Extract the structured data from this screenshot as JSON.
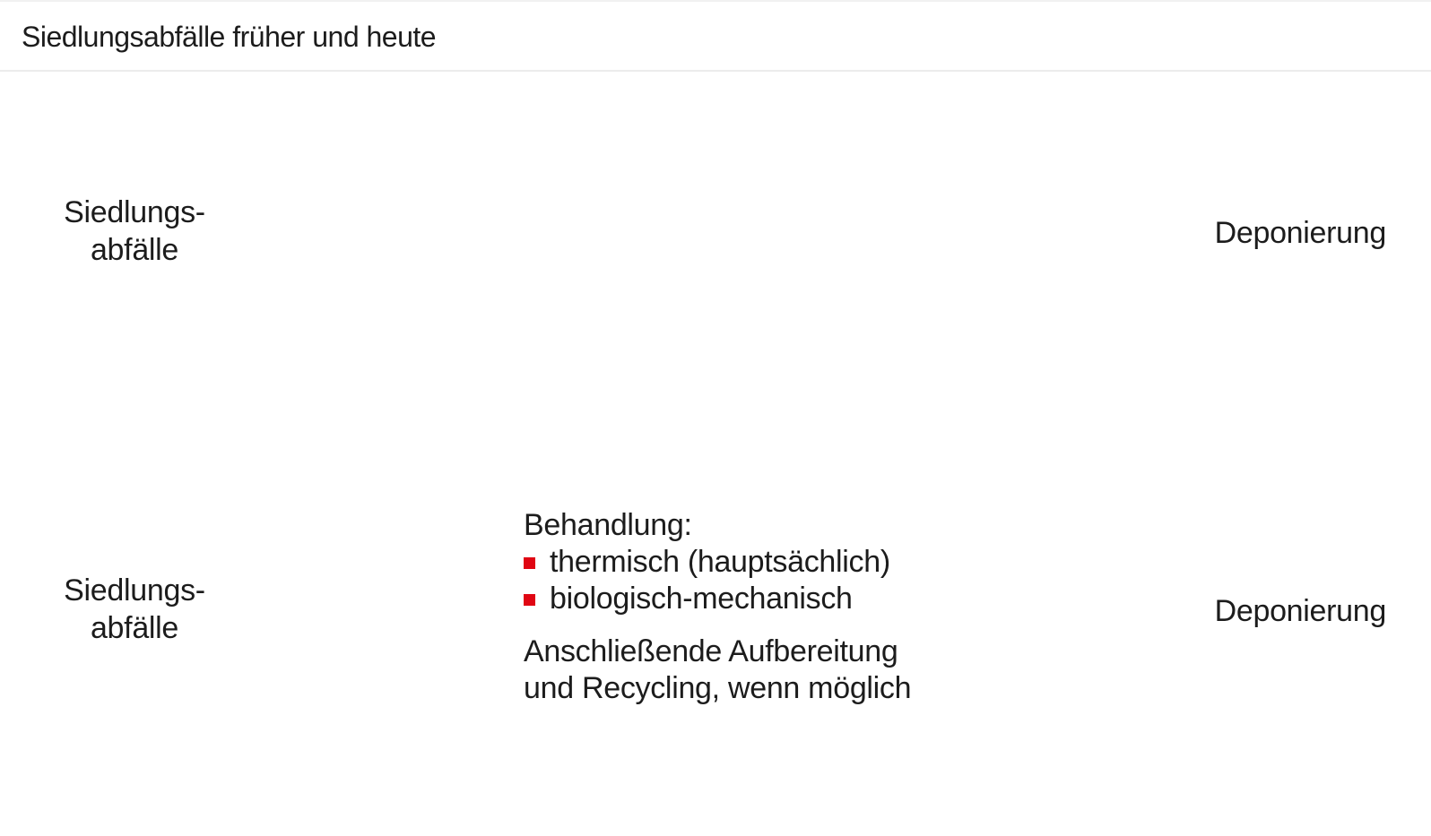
{
  "slide": {
    "title": "Siedlungsabfälle früher und heute"
  },
  "colors": {
    "text": "#1c1c1c",
    "accent_red": "#e00613",
    "divider": "#ececec",
    "background": "#ffffff"
  },
  "rows": [
    {
      "source_line1": "Siedlungs-",
      "source_line2": "abfälle",
      "destination": "Deponierung"
    },
    {
      "source_line1": "Siedlungs-",
      "source_line2": "abfälle",
      "treatment": {
        "heading": "Behandlung:",
        "items": [
          "thermisch (hauptsächlich)",
          "biologisch-mechanisch"
        ],
        "note_line1": "Anschließende Aufbereitung",
        "note_line2": "und Recycling, wenn möglich"
      },
      "destination": "Deponierung"
    }
  ]
}
